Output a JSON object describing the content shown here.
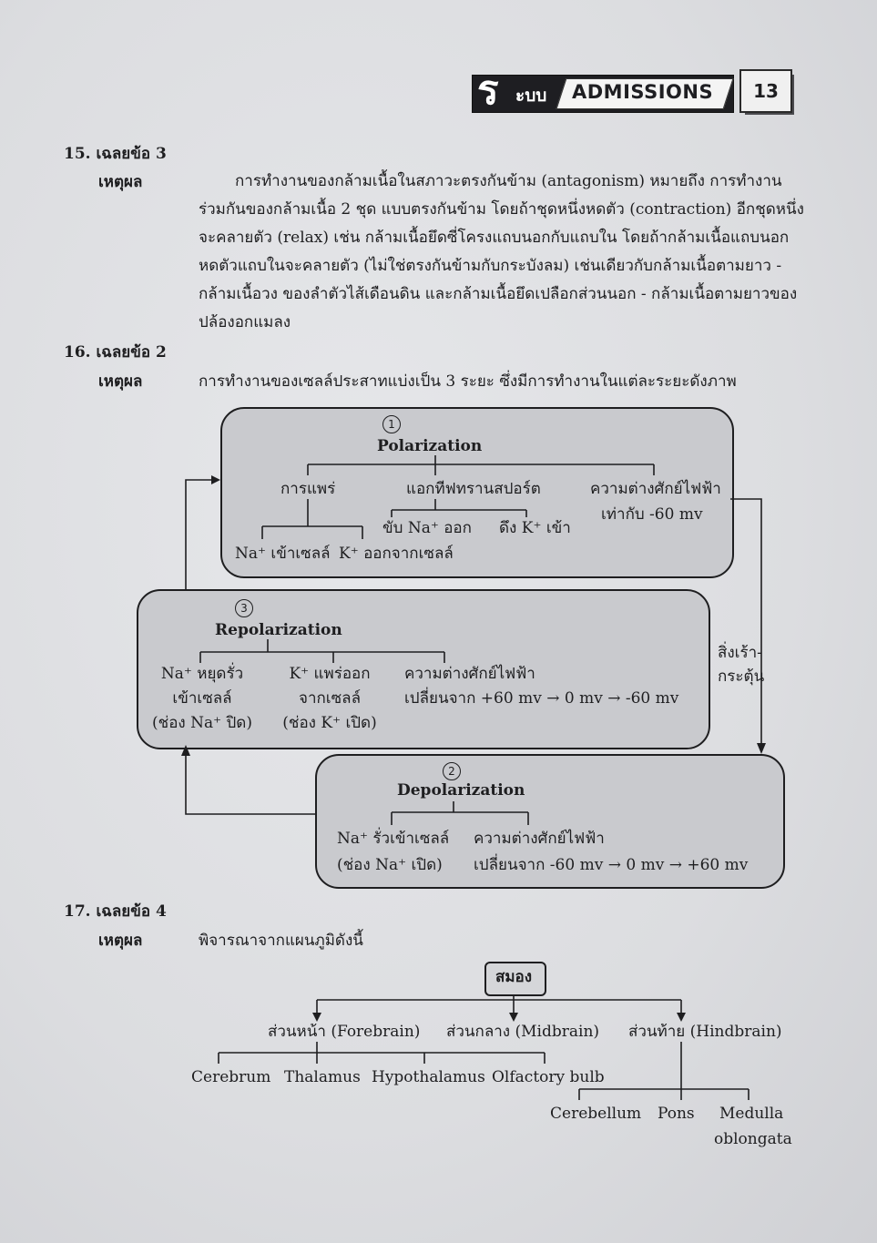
{
  "header": {
    "logo_letter": "ร",
    "series_thai": "ะบบ",
    "series_name": "ADMISSIONS",
    "page_number": "13"
  },
  "q15": {
    "label": "15. เฉลยข้อ 3",
    "reason_label": "เหตุผล",
    "lines": [
      "การทำงานของกล้ามเนื้อในสภาวะตรงกันข้าม (antagonism) หมายถึง การทำงาน",
      "ร่วมกันของกล้ามเนื้อ 2 ชุด แบบตรงกันข้าม โดยถ้าชุดหนึ่งหดตัว (contraction) อีกชุดหนึ่ง",
      "จะคลายตัว (relax) เช่น กล้ามเนื้อยึดซี่โครงแถบนอกกับแถบใน โดยถ้ากล้ามเนื้อแถบนอก",
      "หดตัวแถบในจะคลายตัว (ไม่ใช่ตรงกันข้ามกับกระบังลม) เช่นเดียวกับกล้ามเนื้อตามยาว -",
      "กล้ามเนื้อวง ของลำตัวไส้เดือนดิน และกล้ามเนื้อยึดเปลือกส่วนนอก - กล้ามเนื้อตามยาวของ",
      "ปล้องอกแมลง"
    ]
  },
  "q16": {
    "label": "16. เฉลยข้อ 2",
    "reason_label": "เหตุผล",
    "text": "การทำงานของเซลล์ประสาทแบ่งเป็น 3 ระยะ ซึ่งมีการทำงานในแต่ละระยะดังภาพ",
    "polarization": {
      "num": "1",
      "title": "Polarization",
      "diffusion": "การแพร่",
      "active_transport": "แอกทีฟทรานสปอร์ต",
      "potential": "ความต่างศักย์ไฟฟ้า",
      "potential_value": "เท่ากับ -60 mv",
      "pump_na": "ขับ Na⁺ ออก",
      "pump_k": "ดึง K⁺ เข้า",
      "na_in": "Na⁺ เข้าเซลล์",
      "k_out": "K⁺ ออกจากเซลล์"
    },
    "repolarization": {
      "num": "3",
      "title": "Repolarization",
      "na_stop_1": "Na⁺ หยุดรั่ว",
      "na_stop_2": "เข้าเซลล์",
      "na_stop_3": "(ช่อง Na⁺ ปิด)",
      "k_diff_1": "K⁺ แพร่ออก",
      "k_diff_2": "จากเซลล์",
      "k_diff_3": "(ช่อง K⁺ เปิด)",
      "potential": "ความต่างศักย์ไฟฟ้า",
      "potential_change": "เปลี่ยนจาก +60 mv → 0 mv → -60 mv"
    },
    "stimulus_1": "สิ่งเร้า-",
    "stimulus_2": "กระตุ้น",
    "depolarization": {
      "num": "2",
      "title": "Depolarization",
      "na_leak": "Na⁺ รั่วเข้าเซลล์",
      "na_channel": "(ช่อง Na⁺ เปิด)",
      "potential": "ความต่างศักย์ไฟฟ้า",
      "potential_change": "เปลี่ยนจาก -60 mv → 0 mv → +60 mv"
    }
  },
  "q17": {
    "label": "17. เฉลยข้อ 4",
    "reason_label": "เหตุผล",
    "text": "พิจารณาจากแผนภูมิดังนี้",
    "brain": "สมอง",
    "forebrain": "ส่วนหน้า (Forebrain)",
    "midbrain": "ส่วนกลาง (Midbrain)",
    "hindbrain": "ส่วนท้าย (Hindbrain)",
    "cerebrum": "Cerebrum",
    "thalamus": "Thalamus",
    "hypothalamus": "Hypothalamus",
    "olfactory": "Olfactory bulb",
    "cerebellum": "Cerebellum",
    "pons": "Pons",
    "medulla_1": "Medulla",
    "medulla_2": "oblongata"
  }
}
